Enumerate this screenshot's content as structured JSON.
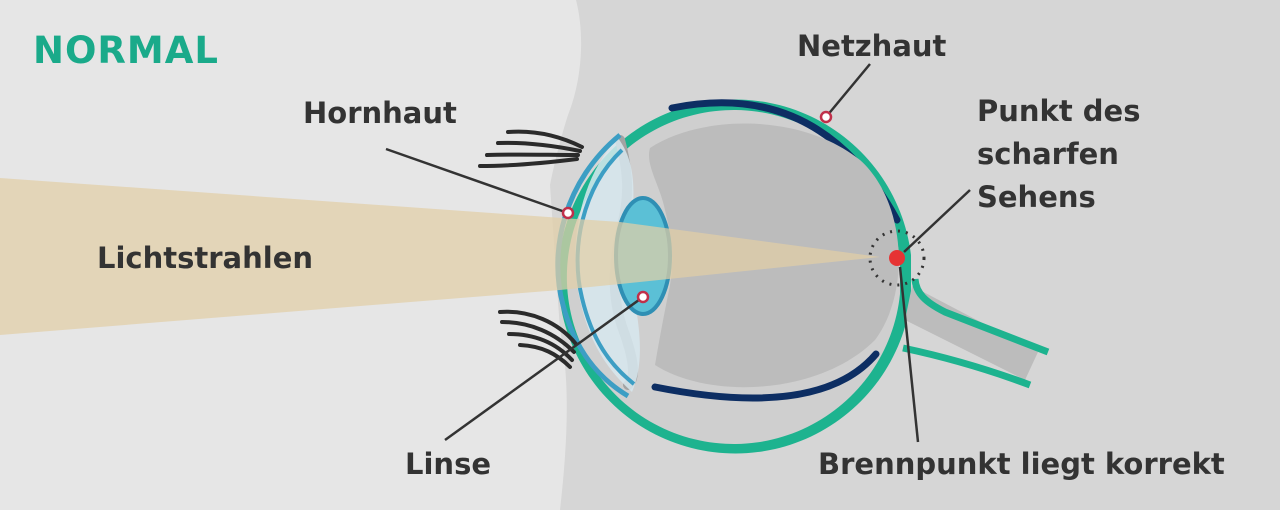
{
  "title": "NORMAL",
  "labels": {
    "cornea": "Hornhaut",
    "retina": "Netzhaut",
    "focus_point": [
      "Punkt des",
      "scharfen",
      "Sehens"
    ],
    "light_rays": "Lichtstrahlen",
    "lens": "Linse",
    "focal_point": "Brennpunkt liegt korrekt"
  },
  "colors": {
    "background": "#d6d6d6",
    "face": "#e6e6e6",
    "title": "#1aaa8a",
    "text": "#333333",
    "sclera": "#1db38f",
    "retina": "#0d2e63",
    "eyeball": "#bcbcbc",
    "cornea": "#3c9ec4",
    "lens": "#5bc0d6",
    "light": "#e2cfa6",
    "focus_dot": "#e63333",
    "lashes": "#2b2b2b"
  },
  "icons": [
    "eyelash-icon",
    "focus-dot-icon"
  ]
}
